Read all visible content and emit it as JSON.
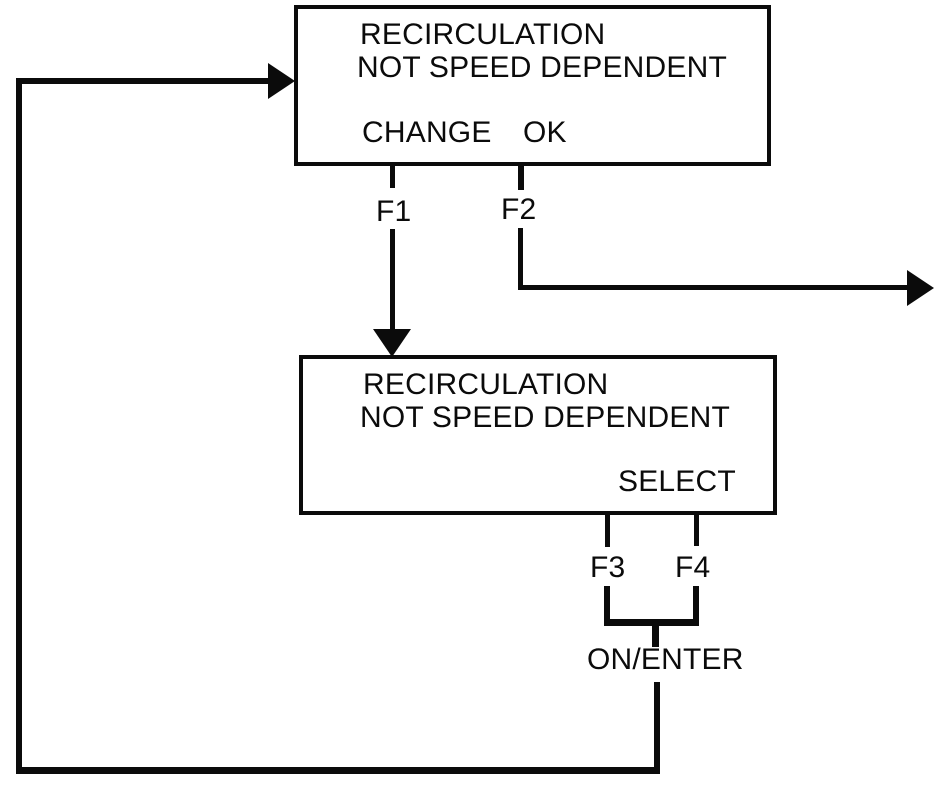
{
  "palette": {
    "ink": "#0b0b0b",
    "paper": "#ffffff"
  },
  "display_top": {
    "text_line1": "RECIRCULATION",
    "text_line2": "NOT SPEED DEPENDENT",
    "softkey_left": "CHANGE",
    "softkey_right": "OK"
  },
  "display_bottom": {
    "text_line1": "RECIRCULATION",
    "text_line2": "NOT SPEED DEPENDENT",
    "softkey_right": "SELECT"
  },
  "key_labels": {
    "f1": "F1",
    "f2": "F2",
    "f3": "F3",
    "f4": "F4",
    "combined": "ON/ENTER"
  }
}
